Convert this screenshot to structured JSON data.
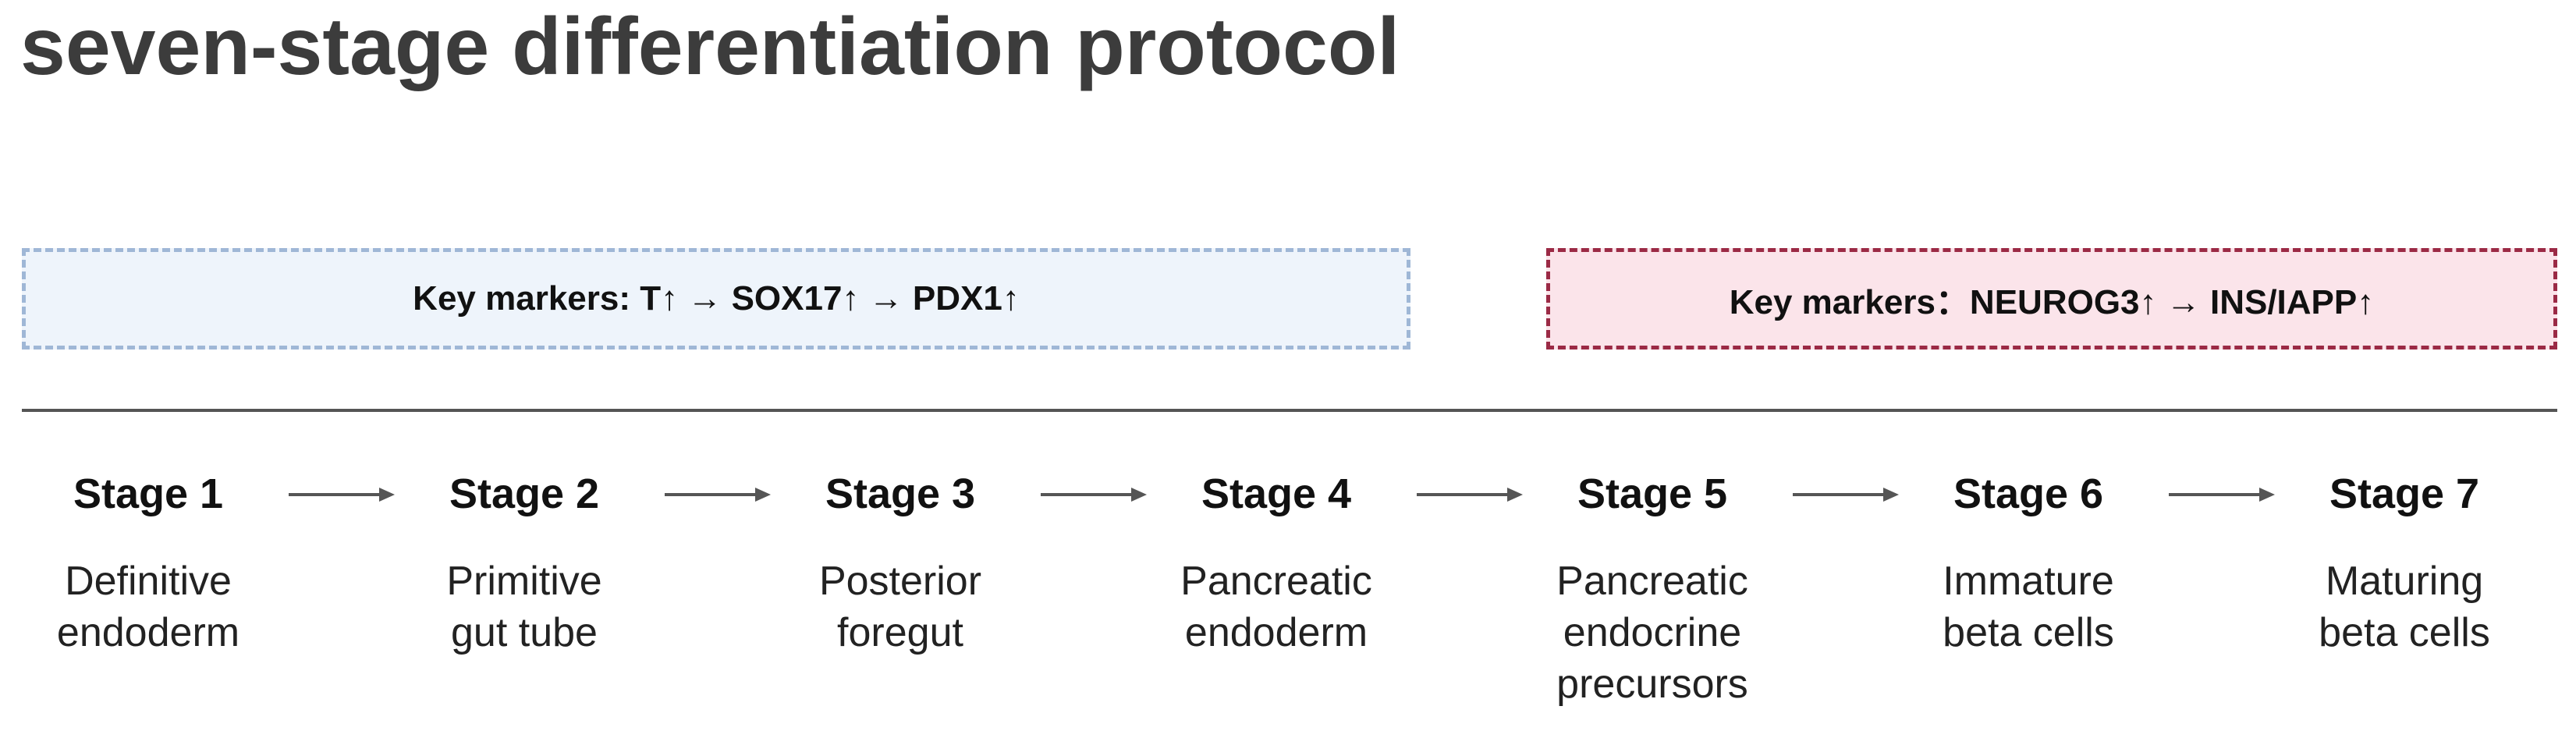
{
  "title": "seven-stage differentiation protocol",
  "markers": {
    "early": "Key markers: T↑ → SOX17↑ → PDX1↑",
    "late": "Key markers：NEUROG3↑ → INS/IAPP↑"
  },
  "stages": [
    {
      "title": "Stage 1",
      "desc": "Definitive\nendoderm"
    },
    {
      "title": "Stage 2",
      "desc": "Primitive\ngut tube"
    },
    {
      "title": "Stage 3",
      "desc": "Posterior\nforegut"
    },
    {
      "title": "Stage 4",
      "desc": "Pancreatic\nendoderm"
    },
    {
      "title": "Stage 5",
      "desc": "Pancreatic\nendocrine\nprecursors"
    },
    {
      "title": "Stage 6",
      "desc": "Immature\nbeta cells"
    },
    {
      "title": "Stage 7",
      "desc": "Maturing\nbeta cells"
    }
  ],
  "colors": {
    "early_fill": "#eef4fb",
    "early_border": "#9fb7d6",
    "late_fill": "#fbe4ea",
    "late_border": "#9b2a45",
    "arrow": "#555555"
  }
}
